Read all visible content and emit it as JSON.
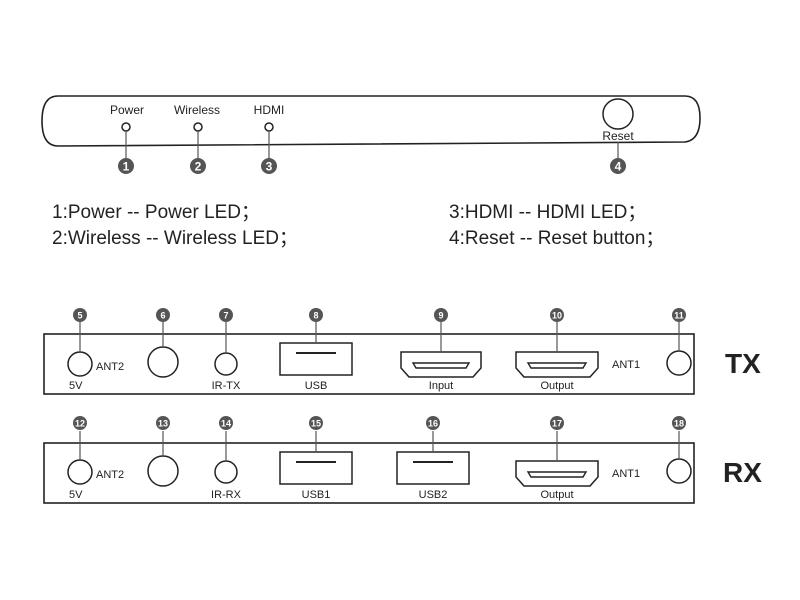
{
  "front_panel": {
    "labels": {
      "power": "Power",
      "wireless": "Wireless",
      "hdmi": "HDMI",
      "reset": "Reset"
    },
    "callouts": [
      "1",
      "2",
      "3",
      "4"
    ]
  },
  "legend": {
    "item1": "1:Power -- Power LED；",
    "item2": "2:Wireless -- Wireless LED；",
    "item3": "3:HDMI -- HDMI LED；",
    "item4": "4:Reset -- Reset button；"
  },
  "tx_panel": {
    "side_label": "TX",
    "labels": {
      "ant2": "ANT2",
      "v5": "5V",
      "irtx": "IR-TX",
      "usb": "USB",
      "input": "Input",
      "output": "Output",
      "ant1": "ANT1"
    },
    "callouts": [
      "5",
      "6",
      "7",
      "8",
      "9",
      "10",
      "11"
    ]
  },
  "rx_panel": {
    "side_label": "RX",
    "labels": {
      "ant2": "ANT2",
      "v5": "5V",
      "irrx": "IR-RX",
      "usb1": "USB1",
      "usb2": "USB2",
      "output": "Output",
      "ant1": "ANT1"
    },
    "callouts": [
      "12",
      "13",
      "14",
      "15",
      "16",
      "17",
      "18"
    ]
  }
}
